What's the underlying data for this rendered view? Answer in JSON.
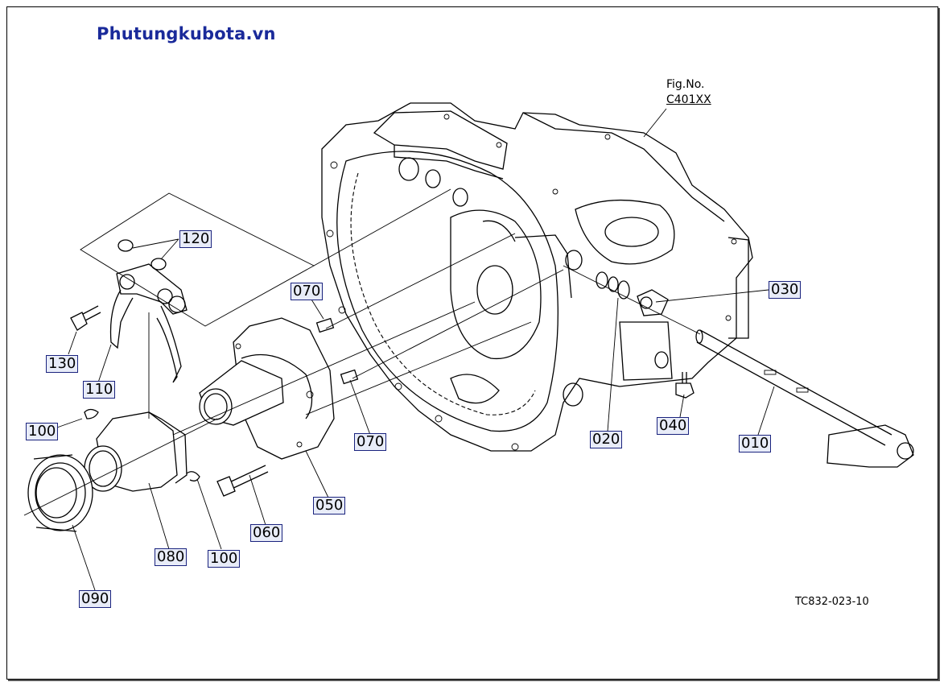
{
  "brand": "Phutungkubota.vn",
  "figure": {
    "label": "Fig.No.",
    "code": "C401XX"
  },
  "drawing_ref": "TC832-023-10",
  "part_tags": {
    "p010": "010",
    "p020": "020",
    "p030": "030",
    "p040": "040",
    "p050": "050",
    "p060": "060",
    "p070a": "070",
    "p070b": "070",
    "p080": "080",
    "p090": "090",
    "p100a": "100",
    "p100b": "100",
    "p110": "110",
    "p120": "120",
    "p130": "130"
  }
}
